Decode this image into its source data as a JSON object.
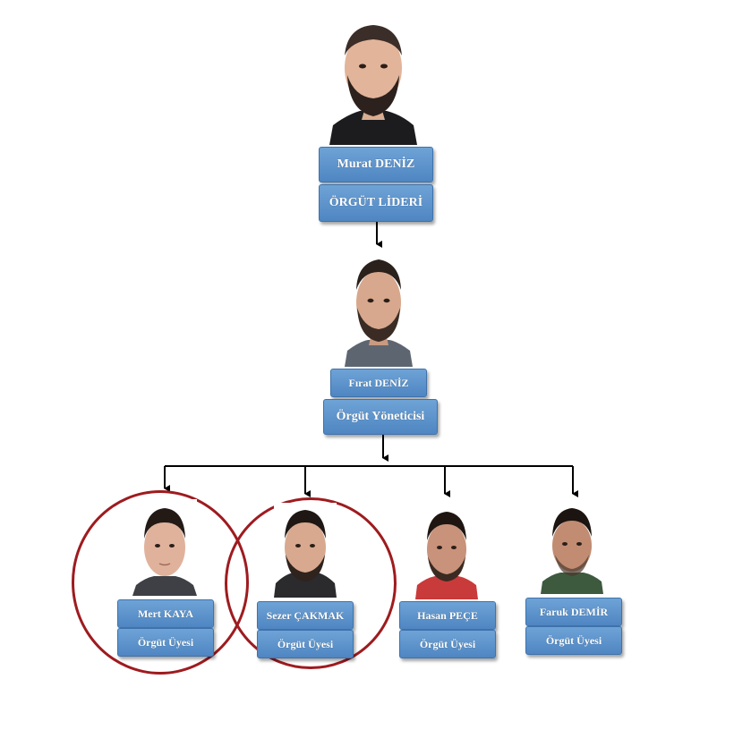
{
  "leader": {
    "name": "Murat DENİZ",
    "role": "ÖRGÜT LİDERİ"
  },
  "manager": {
    "name": "Fırat DENİZ",
    "role": "Örgüt Yöneticisi"
  },
  "members": [
    {
      "name": "Mert KAYA",
      "role": "Örgüt Üyesi",
      "highlighted": true
    },
    {
      "name": "Sezer ÇAKMAK",
      "role": "Örgüt Üyesi",
      "highlighted": true
    },
    {
      "name": "Hasan PEÇE",
      "role": "Örgüt Üyesi",
      "highlighted": false
    },
    {
      "name": "Faruk DEMİR",
      "role": "Örgüt Üyesi",
      "highlighted": false
    }
  ],
  "colors": {
    "box": "#5b93cc",
    "connector": "#000000",
    "highlight_ring": "#9e1b1f"
  }
}
